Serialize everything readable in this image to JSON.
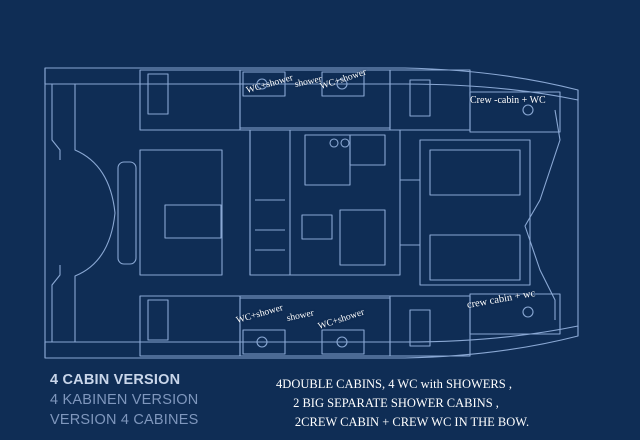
{
  "annotations": {
    "wc_shower_top_left": "WC+shower",
    "wc_shower_top_mid": "shower",
    "wc_shower_top_right": "WC+shower",
    "crew_cabin_top": "Crew -cabin + WC",
    "wc_shower_bottom_left": "WC+shower",
    "wc_shower_bottom_mid": "shower",
    "wc_shower_bottom_right": "WC+shower",
    "crew_cabin_bottom": "crew cabin + wc"
  },
  "legend": {
    "line1": "4 CABIN VERSION",
    "line2": "4 KABINEN VERSION",
    "line3": "VERSION 4 CABINES"
  },
  "description": {
    "line1": "4DOUBLE CABINS, 4 WC with SHOWERS ,",
    "line2": "2 BIG SEPARATE SHOWER CABINS ,",
    "line3": "2CREW CABIN + CREW WC IN THE BOW."
  },
  "colors": {
    "background": "#0f2d55",
    "lines": "#8aa8d4",
    "legend_bright": "#c9d6ea",
    "legend_dim": "#7f97bd",
    "text": "#ffffff"
  }
}
